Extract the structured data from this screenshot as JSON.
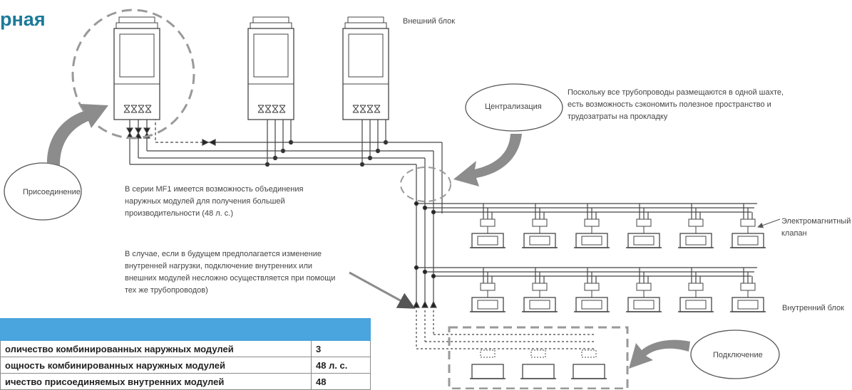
{
  "page": {
    "title_fragment": "рная"
  },
  "labels": {
    "outdoor_unit": "Внешний блок",
    "centralization": "Централизация",
    "centralization_note": "Поскольку все трубопроводы размещаются в одной шахте, есть возможность сэкономить полезное пространство и трудозатраты на прокладку",
    "joining": "Присоединение",
    "joining_note": "В серии MF1 имеется возможность объединения наружных модулей для получения большей производительности (48 л. с.)",
    "change_note": "В случае, если в будущем предполагается изменение внутренней нагрузки, подключение внутренних или внешних модулей несложно осуществляется при помощи тех же трубопроводов)",
    "solenoid_valve": "Электромагнитный клапан",
    "indoor_unit": "Внутренний блок",
    "connection": "Подключение"
  },
  "spec_table": {
    "rows": [
      {
        "label": "оличество комбинированных наружных модулей",
        "value": "3"
      },
      {
        "label": "ощность комбинированных наружных модулей",
        "value": "48 л. с."
      },
      {
        "label": "ичество присоединяемых внутренних модулей",
        "value": "48"
      }
    ]
  },
  "colors": {
    "accent": "#1b7a9a",
    "table_header": "#4aa4dd",
    "callout_arrow": "#8c8c8c",
    "dashed": "#999999"
  }
}
